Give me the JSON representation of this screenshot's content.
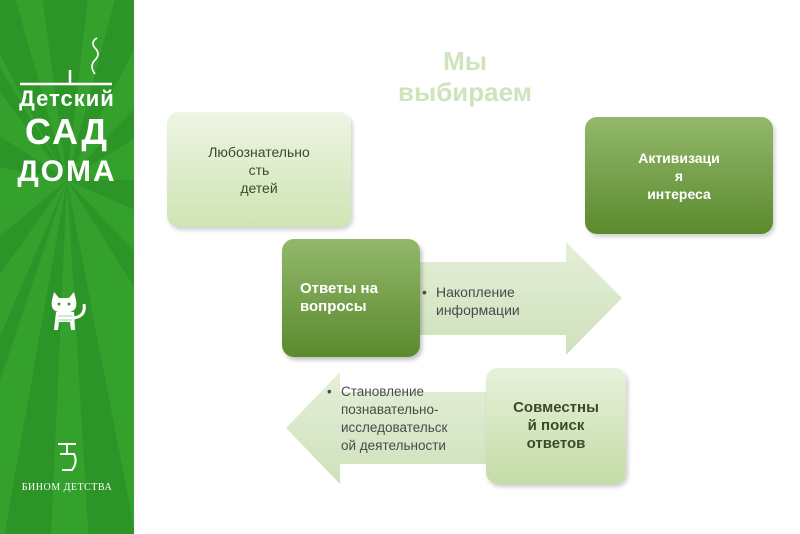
{
  "sidebar": {
    "logo_line1": "Детский",
    "logo_line2": "САД",
    "logo_line3": "ДОМА",
    "brand": "БИНОМ ДЕТСТВА"
  },
  "slide": {
    "title_line1": "Мы",
    "title_line2": "выбираем"
  },
  "diagram": {
    "curiosity": [
      "Любознательно",
      "сть",
      "детей"
    ],
    "activation": [
      "Активизаци",
      "я",
      "интереса"
    ],
    "answers": [
      "Ответы на",
      "вопросы"
    ],
    "accumulation": {
      "bullet": "•",
      "lines": [
        "Накопление",
        "информации"
      ]
    },
    "joint_search": [
      "Совместны",
      "й поиск",
      "ответов"
    ],
    "becoming": {
      "bullet": "•",
      "lines": [
        "Становление",
        "познавательно-",
        "исследовательск",
        "ой деятельности"
      ]
    }
  },
  "colors": {
    "sidebar_green": "#34a12d",
    "dark_box": "#5b8a2e",
    "light_box": "#cfe4b3",
    "arrow_fill": "#d8e7c7",
    "title": "#cfe3bd"
  }
}
